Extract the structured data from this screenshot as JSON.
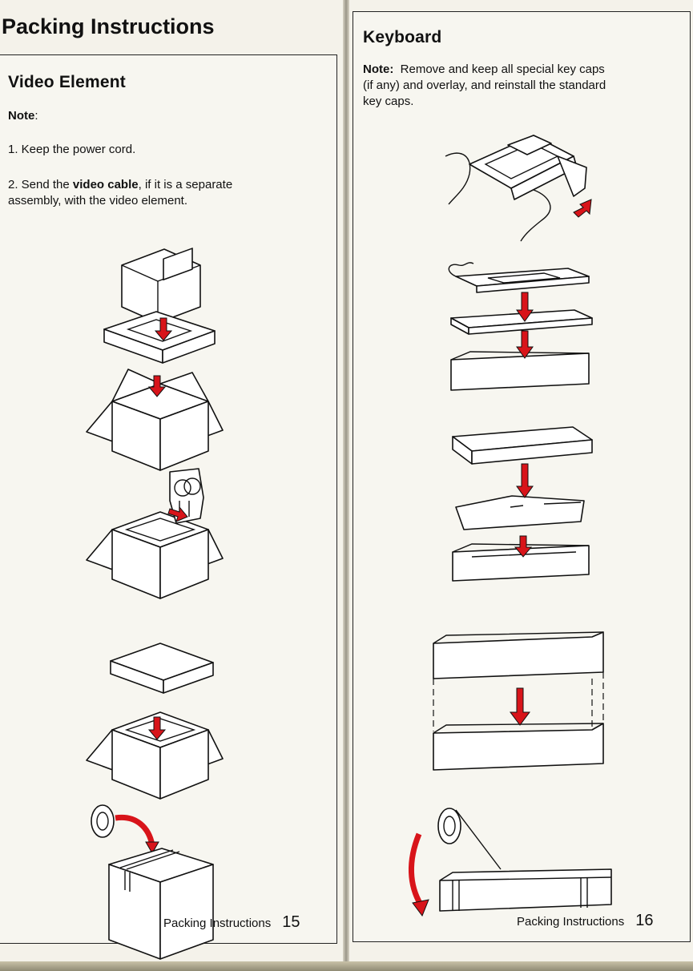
{
  "left_page": {
    "header_title": "Packing Instructions",
    "section_title": "Video Element",
    "note_label": "Note",
    "note_colon": ":",
    "item1": "1.  Keep the power cord.",
    "item2_prefix": "2.  Send the ",
    "item2_bold": "video cable",
    "item2_line1_rest": ", if it is a separate",
    "item2_line2": "assembly, with the video element.",
    "footer_label": "Packing Instructions",
    "page_number": "15"
  },
  "right_page": {
    "section_title": "Keyboard",
    "note_label": "Note:",
    "note_line1": "Remove and keep all special key caps",
    "note_line2": "(if any) and overlay, and reinstall the standard",
    "note_line3": "key caps.",
    "footer_label": "Packing Instructions",
    "page_number": "16"
  },
  "colors": {
    "arrow": "#d8141a",
    "paper": "#f7f6f0",
    "ink": "#111111"
  },
  "icons": {
    "illus1": "monitor-into-box-illustration",
    "illus2": "video-cable-into-box-illustration",
    "illus3": "foam-lid-onto-box-illustration",
    "illus4": "tape-sealed-box-illustration",
    "illus5": "hands-lifting-keyboard-illustration",
    "illus6": "keyboard-into-tray-illustration",
    "illus7": "keycaps-into-tray-illustration",
    "illus8": "lid-onto-keyboard-box-illustration",
    "illus9": "tape-keyboard-box-illustration"
  }
}
